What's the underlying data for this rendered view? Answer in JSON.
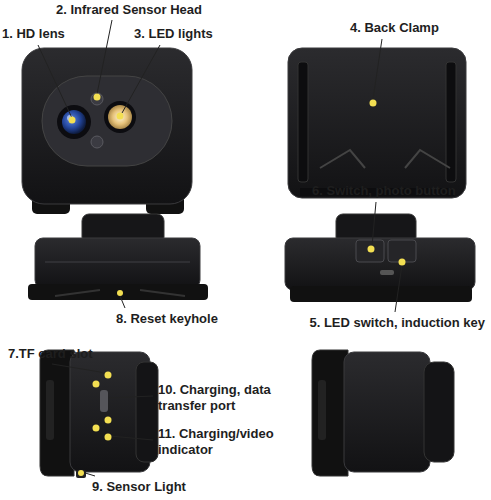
{
  "diagram": {
    "labels": [
      "2. Infrared Sensor Head",
      "1. HD lens",
      "3. LED lights",
      "4. Back Clamp",
      "6. Switch, photo button",
      "8. Reset keyhole",
      "5. LED switch, induction key",
      "7.TF card slot",
      "10. Charging, data transfer port",
      "11. Charging/video indicator",
      "9. Sensor Light"
    ]
  }
}
